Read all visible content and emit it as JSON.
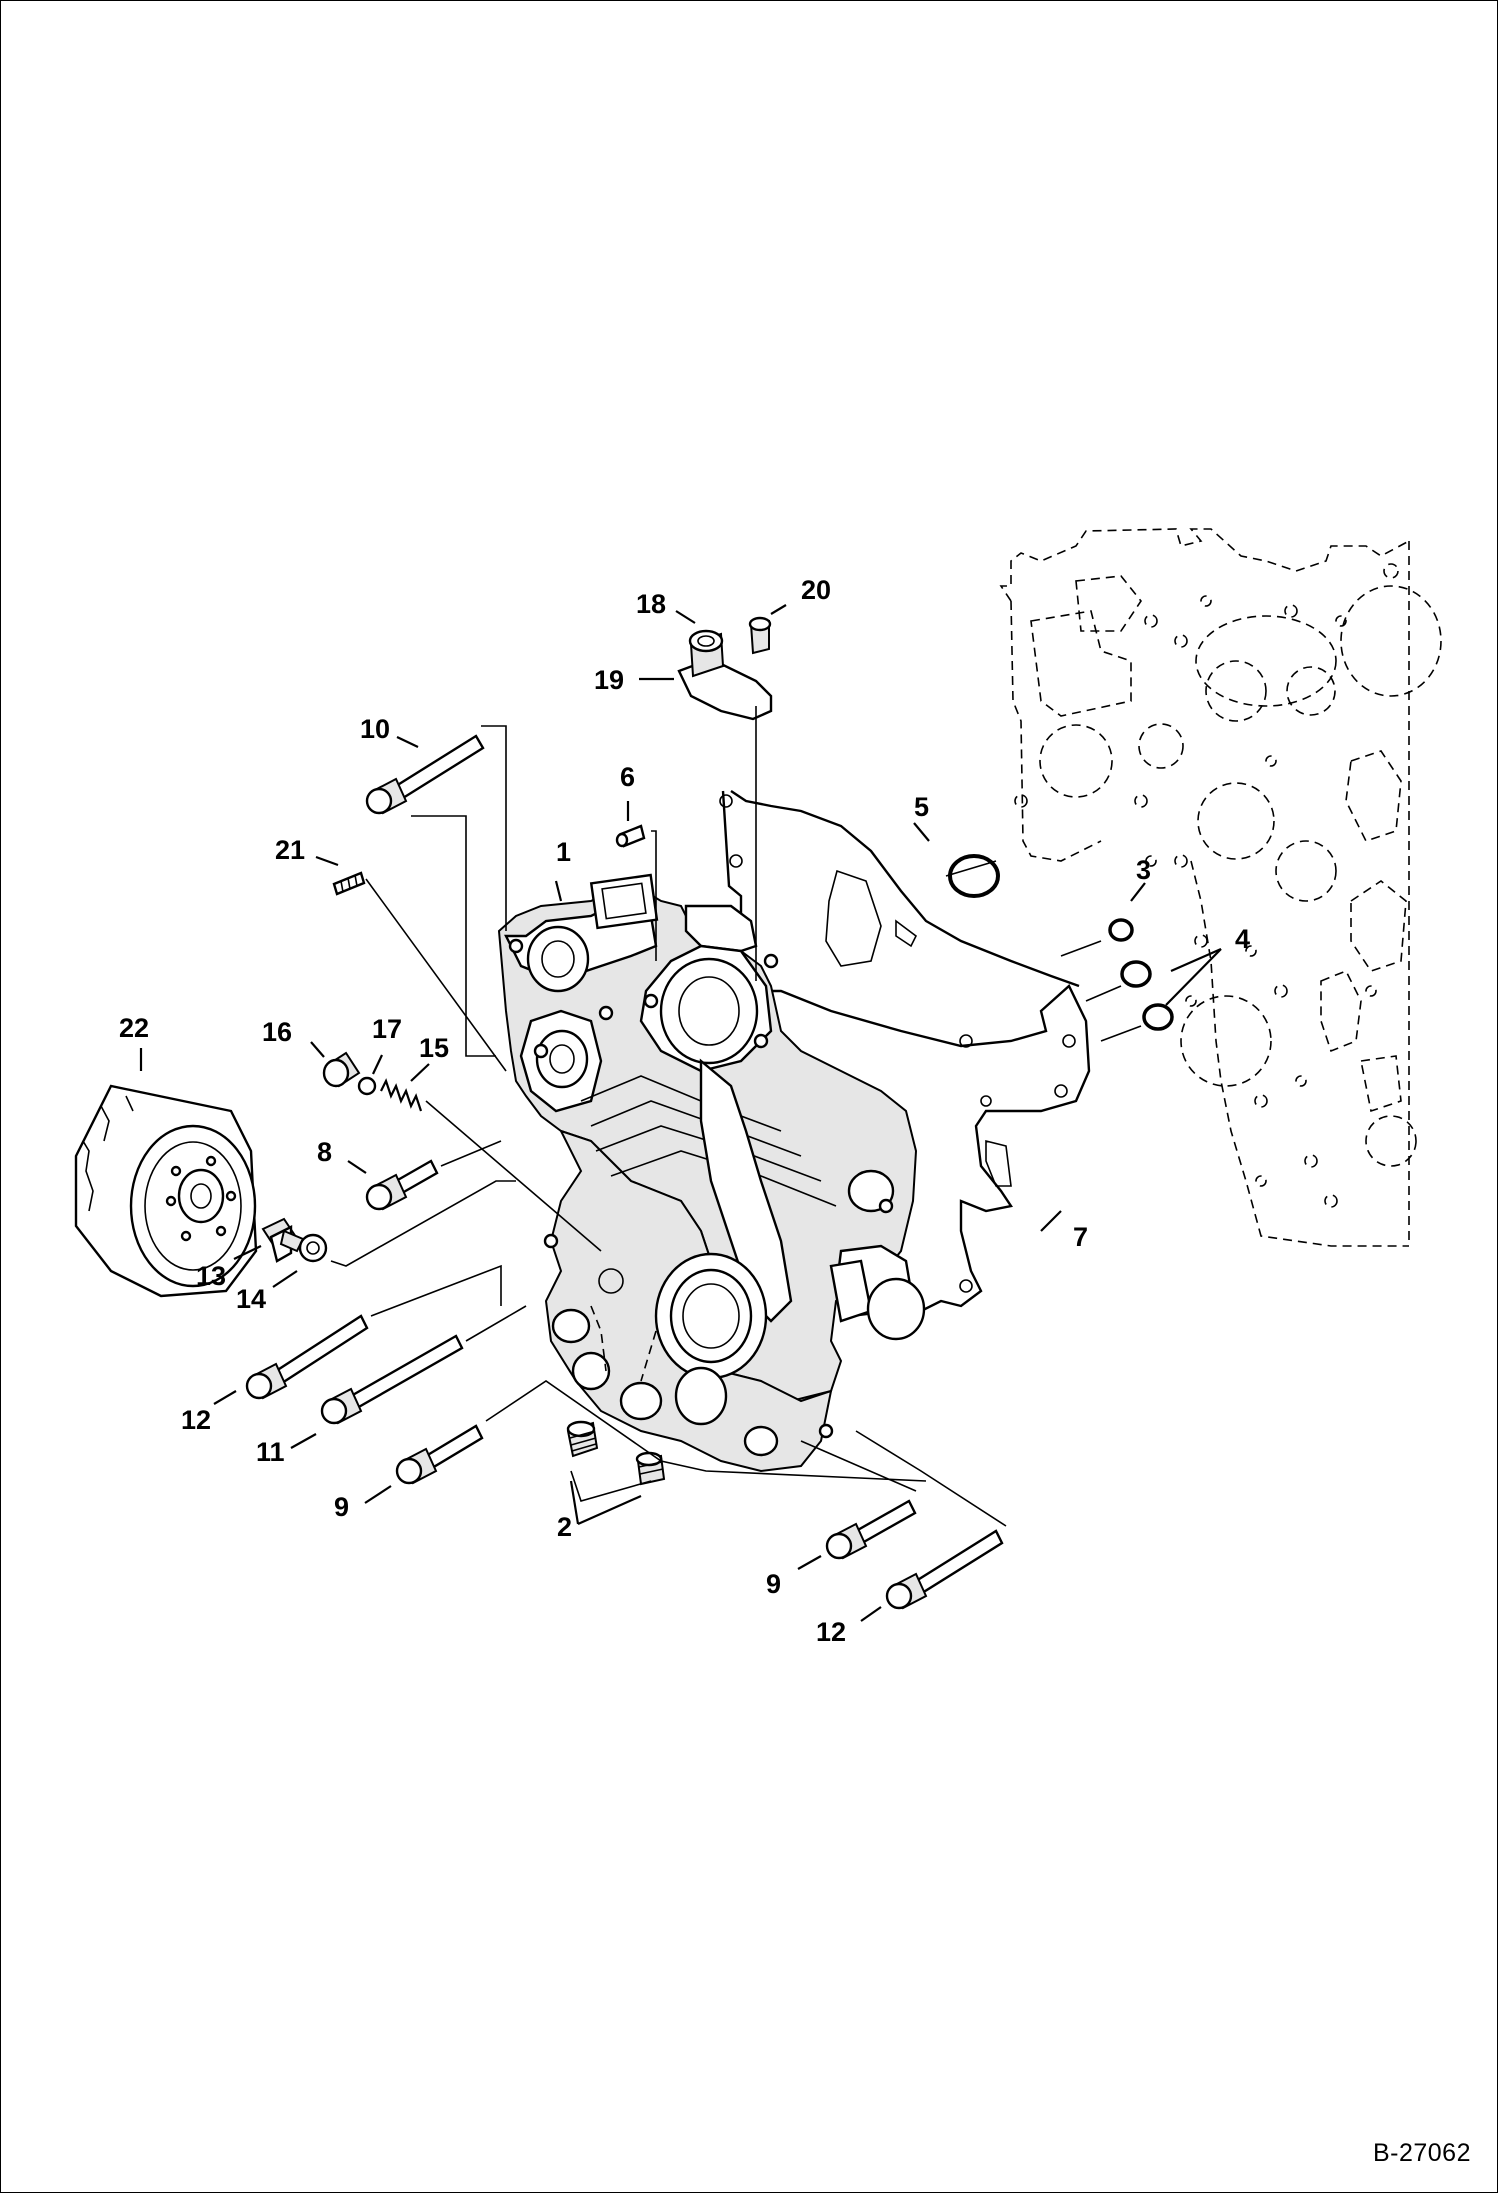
{
  "figure_id": "B-27062",
  "callouts": [
    "1",
    "2",
    "3",
    "4",
    "5",
    "6",
    "7",
    "8",
    "9",
    "9",
    "10",
    "11",
    "12",
    "12",
    "13",
    "14",
    "15",
    "16",
    "17",
    "18",
    "19",
    "20",
    "21",
    "22"
  ],
  "diagram_labels": {
    "c1": "1",
    "c2": "2",
    "c3": "3",
    "c4": "4",
    "c5": "5",
    "c6": "6",
    "c7": "7",
    "c8": "8",
    "c9a": "9",
    "c9b": "9",
    "c10": "10",
    "c11": "11",
    "c12a": "12",
    "c12b": "12",
    "c13": "13",
    "c14": "14",
    "c15": "15",
    "c16": "16",
    "c17": "17",
    "c18": "18",
    "c19": "19",
    "c20": "20",
    "c21": "21",
    "c22": "22"
  },
  "parts": [
    {
      "name": "gear-case",
      "callout": "1"
    },
    {
      "name": "plug",
      "callout": "2"
    },
    {
      "name": "o-ring",
      "callout": "3"
    },
    {
      "name": "o-ring-pair",
      "callout": "4"
    },
    {
      "name": "o-ring-large",
      "callout": "5"
    },
    {
      "name": "dowel-pin",
      "callout": "6"
    },
    {
      "name": "gasket",
      "callout": "7"
    },
    {
      "name": "bolt",
      "callout": "8"
    },
    {
      "name": "bolt",
      "callout": "9"
    },
    {
      "name": "bolt",
      "callout": "10"
    },
    {
      "name": "bolt",
      "callout": "11"
    },
    {
      "name": "bolt",
      "callout": "12"
    },
    {
      "name": "fitting",
      "callout": "13"
    },
    {
      "name": "washer",
      "callout": "14"
    },
    {
      "name": "spring",
      "callout": "15"
    },
    {
      "name": "plug",
      "callout": "16"
    },
    {
      "name": "ball",
      "callout": "17"
    },
    {
      "name": "hose-fitting",
      "callout": "18"
    },
    {
      "name": "flange",
      "callout": "19"
    },
    {
      "name": "screw",
      "callout": "20"
    },
    {
      "name": "stud",
      "callout": "21"
    },
    {
      "name": "oil-filter",
      "callout": "22"
    }
  ]
}
